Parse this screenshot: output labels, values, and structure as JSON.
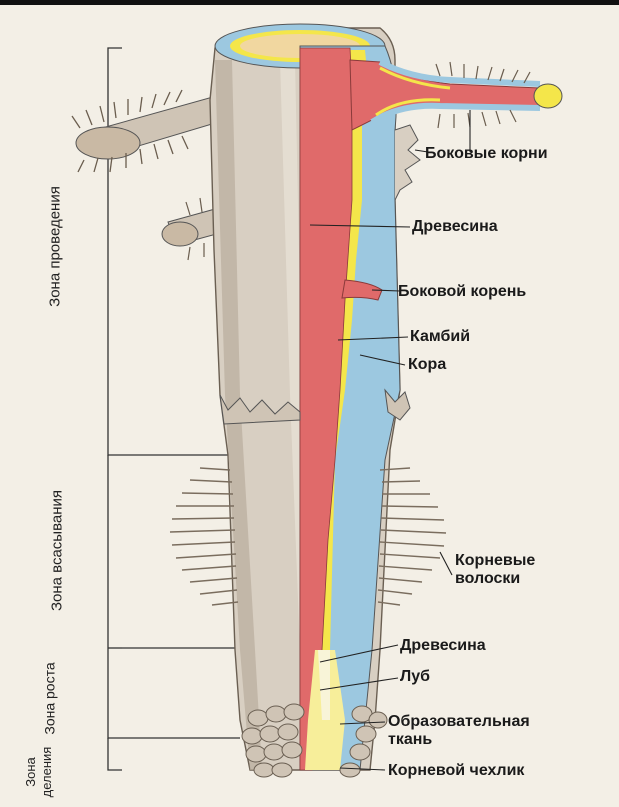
{
  "zones": {
    "conduction": "Зона проведения",
    "absorption": "Зона всасывания",
    "growth": "Зона роста",
    "division": "Зона деления"
  },
  "labels": {
    "lateral_roots": "Боковые корни",
    "wood_top": "Древесина",
    "lateral_root": "Боковой корень",
    "cambium": "Камбий",
    "cortex": "Кора",
    "root_hairs_1": "Корневые",
    "root_hairs_2": "волоски",
    "wood_bottom": "Древесина",
    "phloem": "Луб",
    "meristem_1": "Образовательная",
    "meristem_2": "ткань",
    "root_cap": "Корневой чехлик"
  },
  "colors": {
    "background": "#f3efe6",
    "bark": "#d8cfc2",
    "bark_shade": "#a89c8c",
    "wood": "#e06a6a",
    "cortex_blue": "#9cc8e0",
    "cambium_yellow": "#f4e64a",
    "pith": "#f1d7a0",
    "line": "#222222"
  }
}
